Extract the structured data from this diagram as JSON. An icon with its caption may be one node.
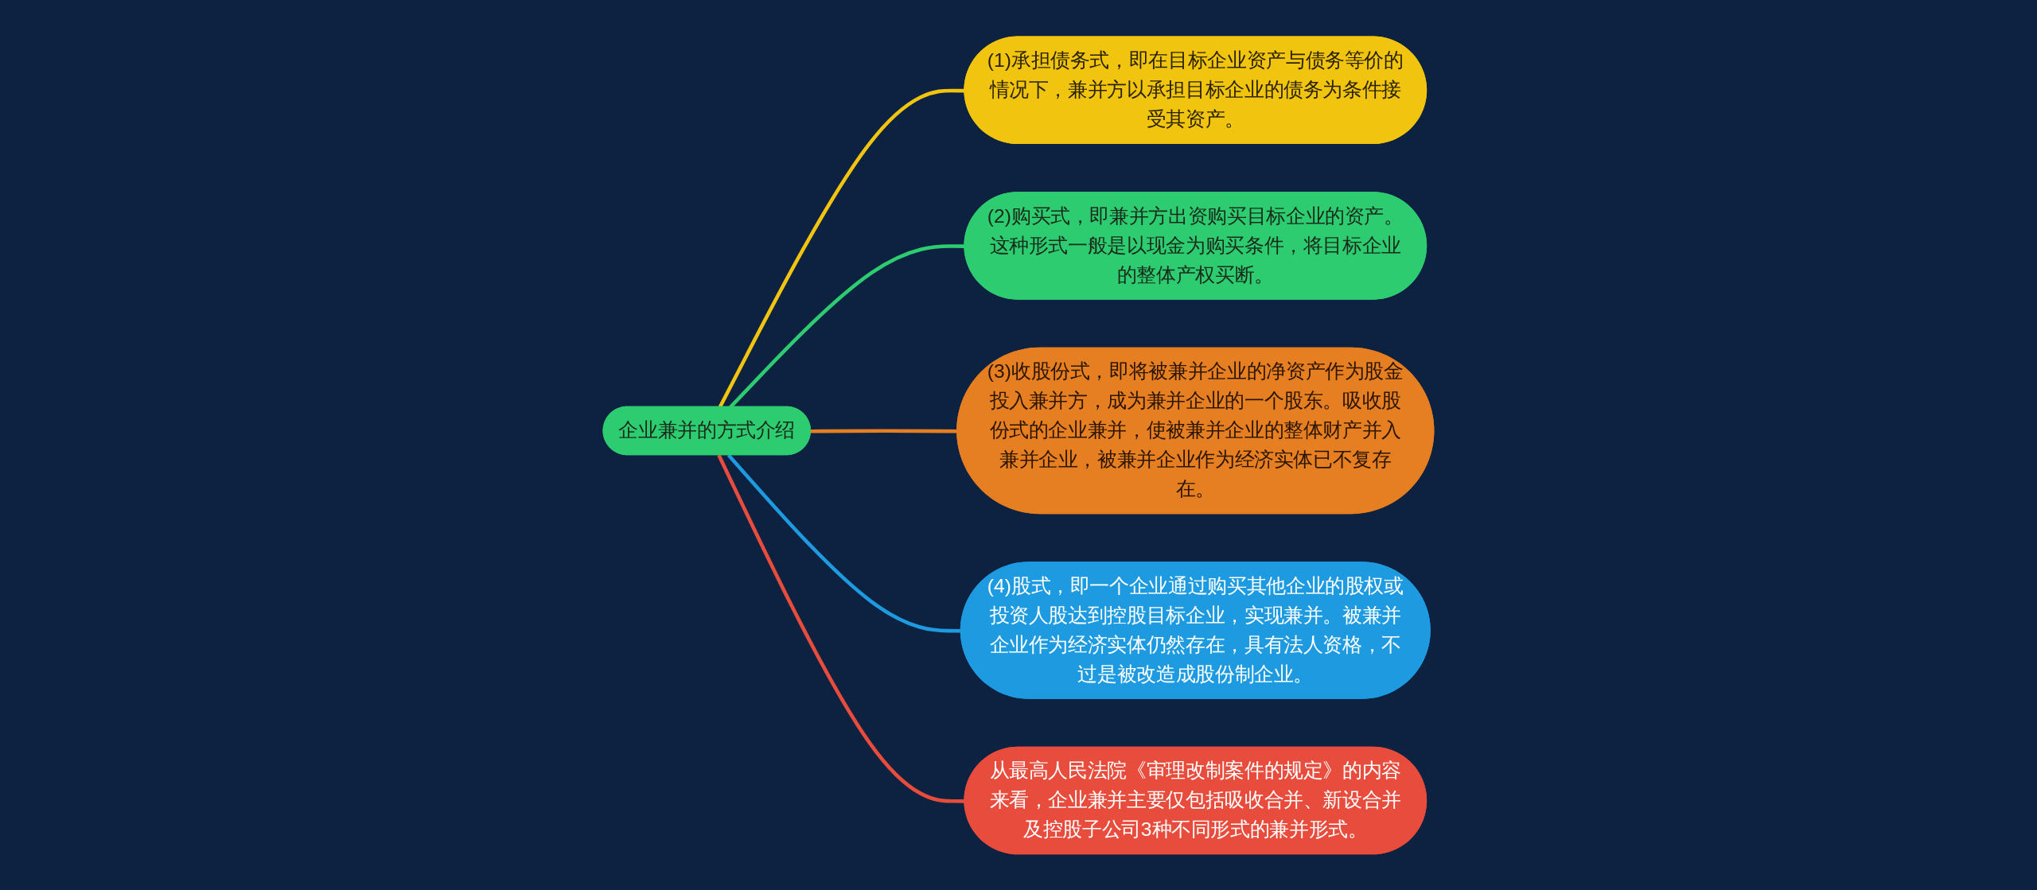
{
  "diagram": {
    "nodes": [
      {
        "text": [
          "企业兼并的方式介绍"
        ]
      },
      {
        "text": [
          "(1)承担债务式，即在目标企业资产与债务等价的情况下，兼并方以承担目标企业的债务为条件接受其资产。"
        ]
      },
      {
        "text": [
          "(2)购买式，即兼并方出资购买目标企业的资产。这种形式一般是以现金为购买条件，将目标企业的整体产权买断。"
        ]
      },
      {
        "text": [
          "(3)收股份式，即将被兼并企业的净资产作为股金投入兼并方，成为兼并企业的一个股东。吸收股份式的企业兼并，使被兼并企业的整体财产并入兼并企业，被兼并企业作为经济实体已不复存在。"
        ]
      },
      {
        "text": [
          "(4)股式，即一个企业通过购买其他企业的股权或投资人股达到控股目标企业，实现兼并。被兼并企业作为经济实体仍然存在，具有法人资格，不过是被改造成股份制企业。"
        ]
      },
      {
        "text": [
          "从最高人民法院《审理改制案件的规定》的内容来看，企业兼并主要仅包括吸收合并、新设合并及控股子公司3种不同形式的兼并形式。"
        ]
      }
    ],
    "edges": [
      {
        "from": 0,
        "to": 1,
        "arrow": "none",
        "color": "#f1c40f"
      },
      {
        "from": 0,
        "to": 2,
        "arrow": "none",
        "color": "#2ecc71"
      },
      {
        "from": 0,
        "to": 3,
        "arrow": "none",
        "color": "#e67e22"
      },
      {
        "from": 0,
        "to": 4,
        "arrow": "none",
        "color": "#1e9be0"
      },
      {
        "from": 0,
        "to": 5,
        "arrow": "none",
        "color": "#e74c3c"
      }
    ]
  }
}
